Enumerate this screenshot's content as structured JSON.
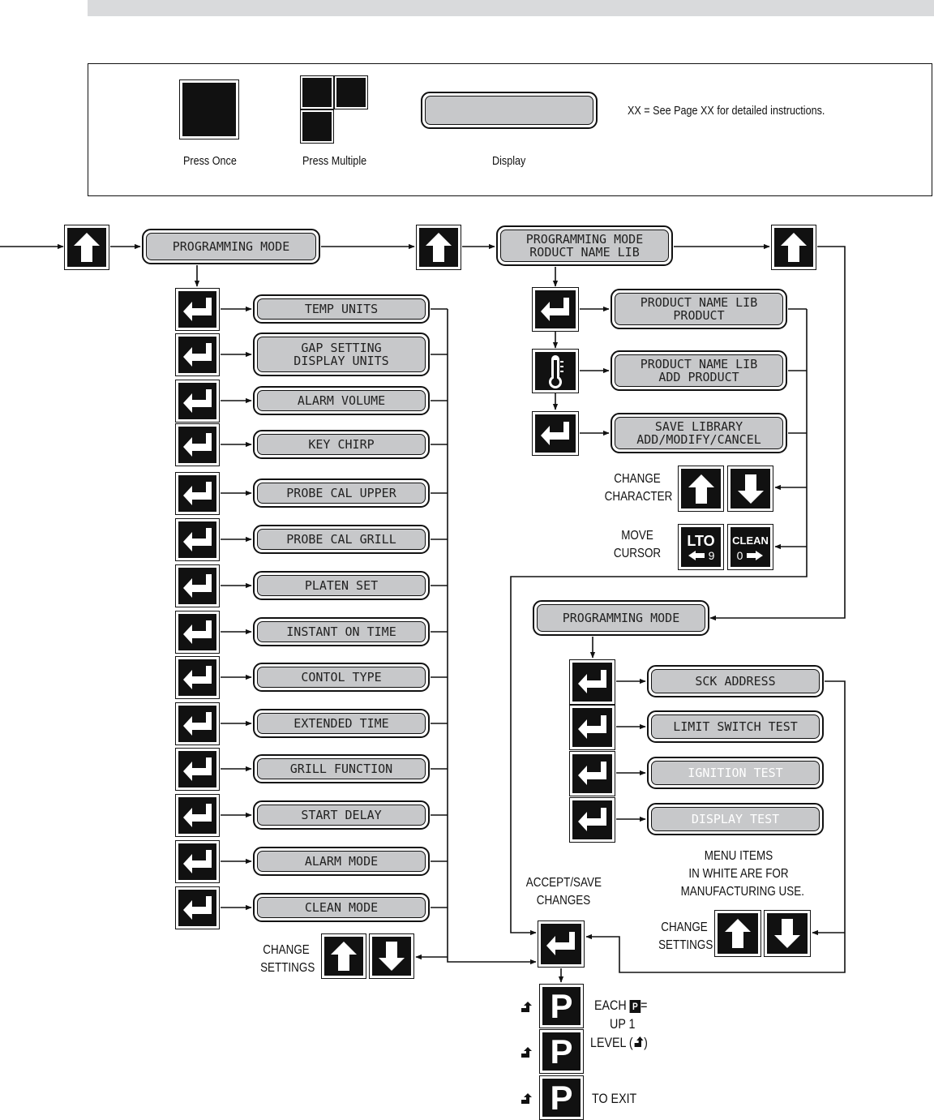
{
  "legend": {
    "press_once": "Press Once",
    "press_multiple": "Press Multiple",
    "display": "Display",
    "note": "XX = See Page XX for detailed instructions."
  },
  "main_mode": "PROGRAMMING MODE",
  "left_menu": [
    "TEMP UNITS",
    "GAP SETTING\nDISPLAY UNITS",
    "ALARM VOLUME",
    "KEY CHIRP",
    "PROBE CAL UPPER",
    "PROBE CAL GRILL",
    "PLATEN SET",
    "INSTANT ON TIME",
    "CONTOL TYPE",
    "EXTENDED TIME",
    "GRILL FUNCTION",
    "START DELAY",
    "ALARM MODE",
    "CLEAN MODE"
  ],
  "left_change_settings": "CHANGE\nSETTINGS",
  "product_mode": "PROGRAMMING MODE\nRODUCT NAME LIB",
  "product_menu": [
    "PRODUCT NAME LIB\nPRODUCT",
    "PRODUCT NAME LIB\nADD PRODUCT",
    "SAVE LIBRARY\nADD/MODIFY/CANCEL"
  ],
  "change_character": "CHANGE\nCHARACTER",
  "move_cursor": "MOVE\nCURSOR",
  "lto_key": {
    "top": "LTO",
    "num": "9"
  },
  "clean_key": {
    "top": "CLEAN",
    "num": "0"
  },
  "mfg_mode": "PROGRAMMING MODE",
  "mfg_menu": [
    {
      "label": "SCK ADDRESS",
      "white": false
    },
    {
      "label": "LIMIT SWITCH TEST",
      "white": false
    },
    {
      "label": "IGNITION TEST",
      "white": true
    },
    {
      "label": "DISPLAY TEST",
      "white": true
    }
  ],
  "mfg_note": "MENU ITEMS\nIN WHITE ARE FOR\nMANUFACTURING USE.",
  "right_change_settings": "CHANGE\nSETTINGS",
  "accept_save": "ACCEPT/SAVE\nCHANGES",
  "p_key": "P",
  "each_p_note": {
    "line1": "EACH",
    "p": "P",
    "eq": "=",
    "line2": "UP 1",
    "line3": "LEVEL (",
    "line3_end": ")"
  },
  "to_exit": "TO EXIT"
}
